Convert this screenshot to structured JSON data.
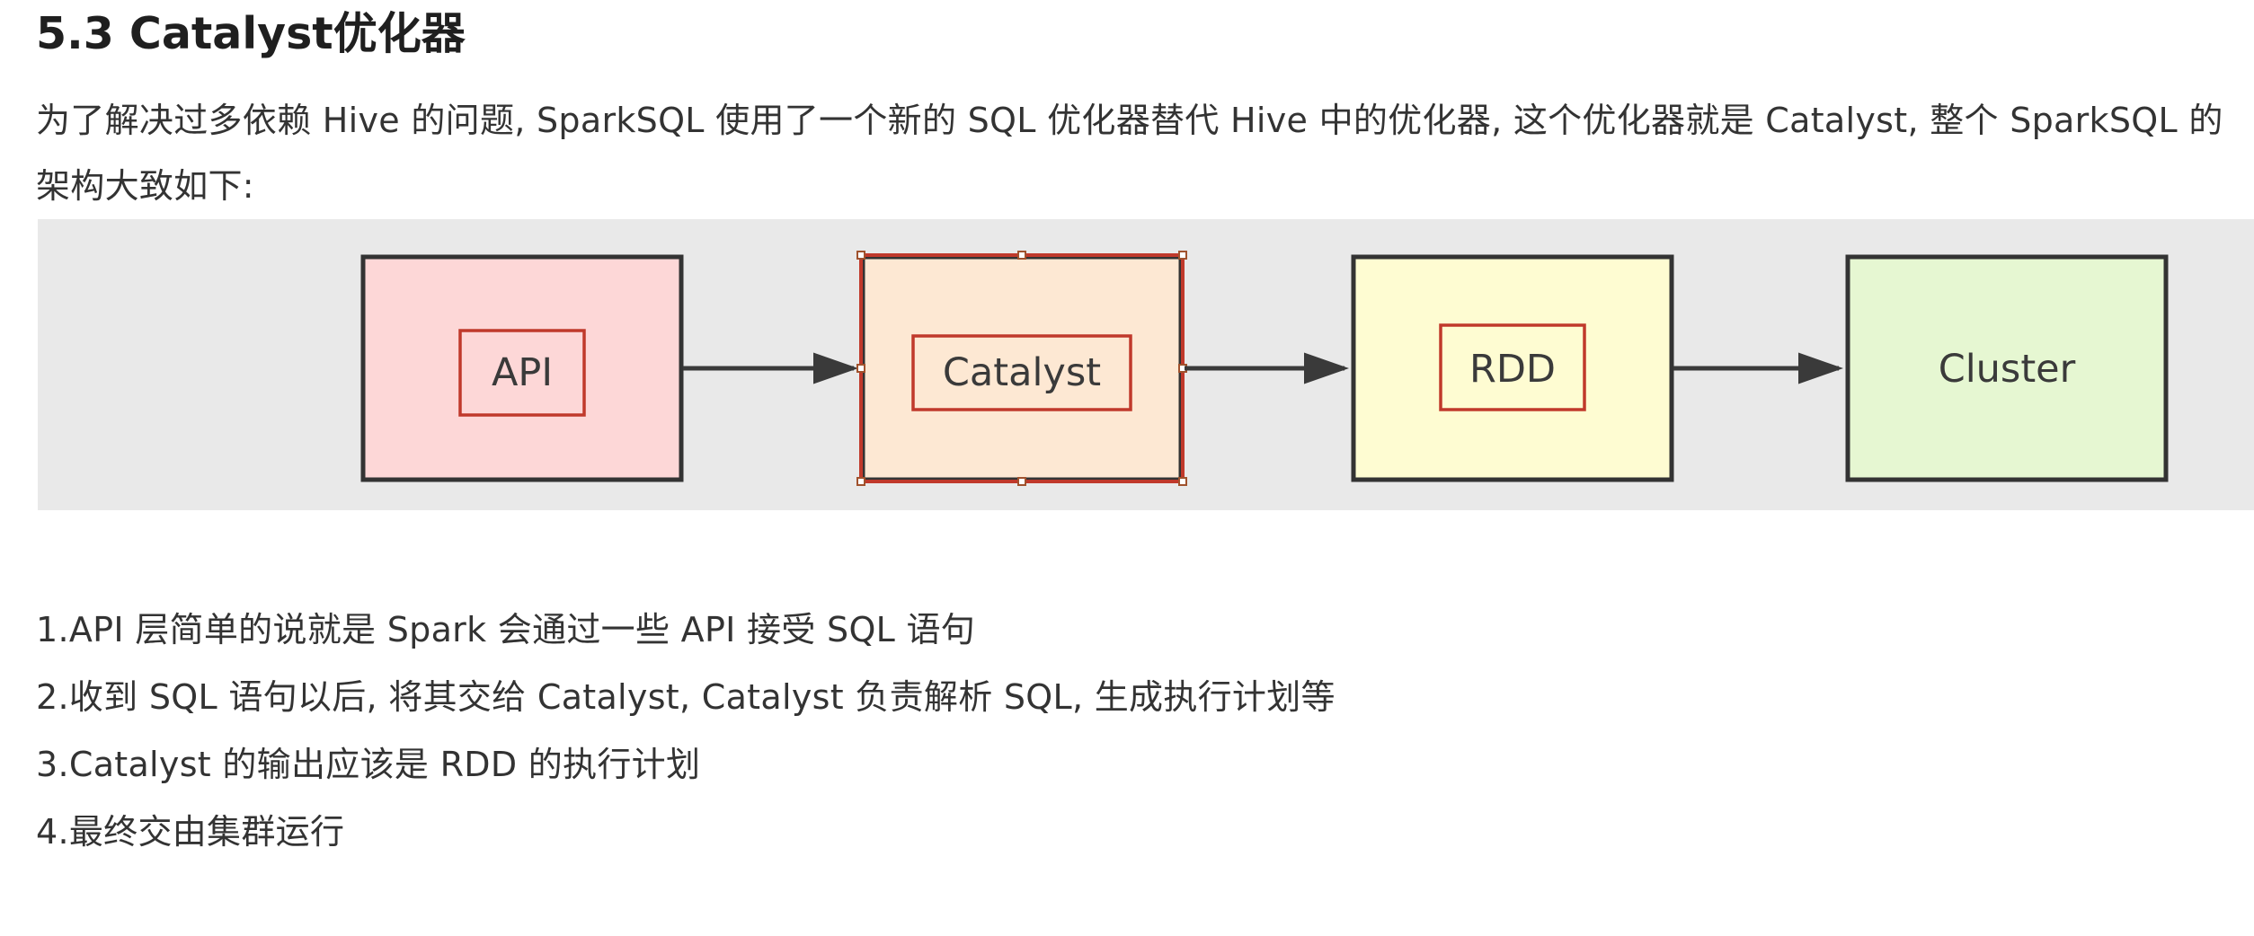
{
  "heading": "5.3 Catalyst优化器",
  "intro": "为了解决过多依赖 Hive 的问题, SparkSQL 使用了一个新的 SQL 优化器替代 Hive 中的优化器, 这个优化器就是 Catalyst, 整个 SparkSQL 的架构大致如下:",
  "diagram": {
    "nodes": [
      {
        "label": "API",
        "fill": "#fdd7d7"
      },
      {
        "label": "Catalyst",
        "fill": "#fde8d3"
      },
      {
        "label": "RDD",
        "fill": "#fefcd2"
      },
      {
        "label": "Cluster",
        "fill": "#e6f7d2"
      }
    ],
    "highlight_color": "#c0392b"
  },
  "steps": [
    "1.API 层简单的说就是 Spark 会通过一些 API 接受 SQL 语句",
    "2.收到 SQL 语句以后, 将其交给 Catalyst, Catalyst 负责解析 SQL, 生成执行计划等",
    "3.Catalyst 的输出应该是 RDD 的执行计划",
    "4.最终交由集群运行"
  ]
}
